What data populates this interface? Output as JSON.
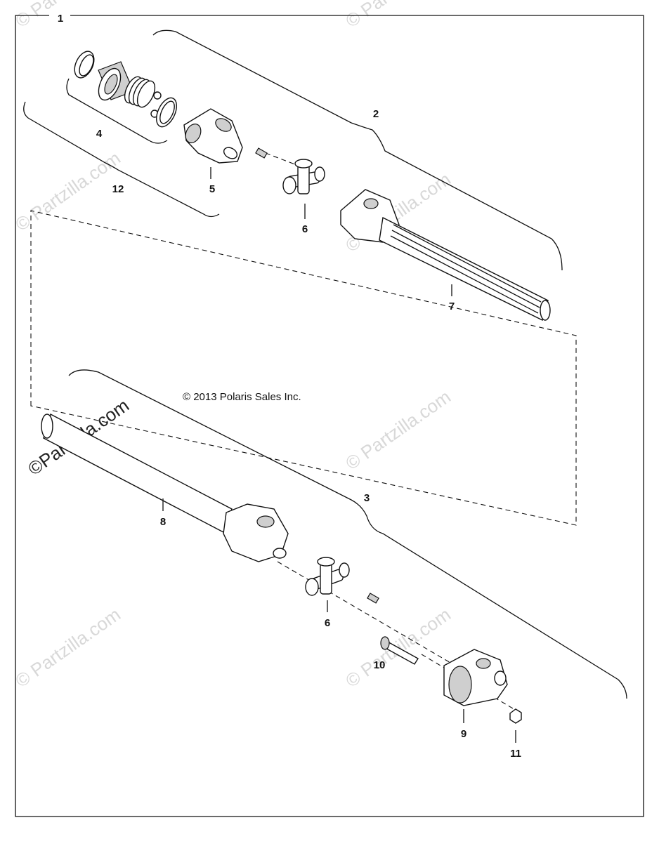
{
  "diagram": {
    "copyright": "© 2013 Polaris Sales Inc.",
    "watermarks": [
      "©Partzilla.com",
      "© Partzilla.com"
    ],
    "callouts": {
      "c1": "1",
      "c2": "2",
      "c3": "3",
      "c4": "4",
      "c5": "5",
      "c6a": "6",
      "c6b": "6",
      "c7": "7",
      "c8": "8",
      "c9": "9",
      "c10": "10",
      "c11": "11",
      "c12": "12"
    }
  }
}
